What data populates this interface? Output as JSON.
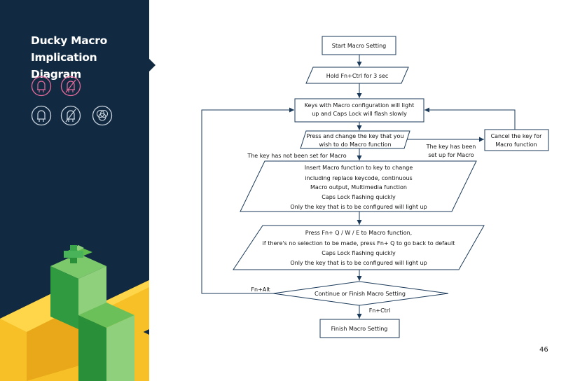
{
  "sidebar": {
    "title": "Ducky Macro\nImplication Diagram",
    "icons": [
      "led-icon",
      "led-off-icon",
      "led-outline-icon",
      "led-off-outline-icon",
      "rgb-circles-icon"
    ]
  },
  "flowchart": {
    "start": "Start Macro Setting",
    "hold": "Hold Fn+Ctrl for 3 sec",
    "keys_light": [
      "Keys with Macro configuration will light",
      "up and Caps Lock will flash slowly"
    ],
    "press_change": [
      "Press and change the key that you",
      "wish to do Macro function"
    ],
    "cancel": [
      "Cancel the key for",
      "Macro function"
    ],
    "label_not_set": "The key has not been set for Macro",
    "label_set": [
      "The key has been",
      "set up for Macro"
    ],
    "insert": [
      "Insert Macro function to key to change",
      "including replace keycode, continuous",
      "Macro output, Multimedia function",
      "Caps Lock flashing quickly",
      "Only the key that is to be configured will light up"
    ],
    "press_fn": [
      "Press Fn+ Q / W / E to Macro function,",
      "if there's no selection to be made, press Fn+ Q to go back to default",
      "Caps Lock flashing quickly",
      "Only the key that is to be configured will light up"
    ],
    "decision": "Continue or Finish Macro Setting",
    "label_fn_alt": "Fn+Alt",
    "label_fn_ctrl": "Fn+Ctrl",
    "finish": "Finish Macro Setting"
  },
  "page_number": "46",
  "colors": {
    "sidebar_bg": "#122a41",
    "accent": "#e76a9b",
    "icon_outline": "#c9d4df",
    "flow_stroke": "#1b3a5a",
    "green": "#3aa54a",
    "yellow": "#f6c026"
  }
}
